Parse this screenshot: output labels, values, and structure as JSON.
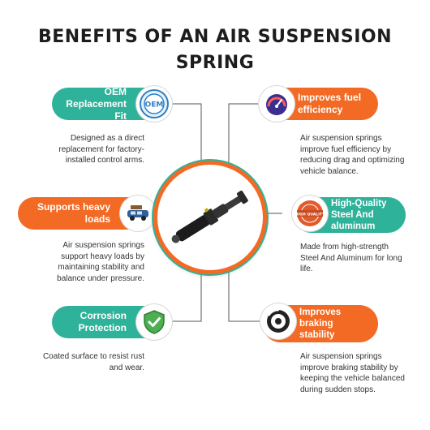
{
  "title_line1": "BENEFITS OF AN AIR SUSPENSION",
  "title_line2": "SPRING",
  "colors": {
    "teal": "#2fb29a",
    "orange": "#f36a24",
    "text": "#333333"
  },
  "benefits": [
    {
      "heading_line1": "OEM",
      "heading_line2": "Replacement Fit",
      "icon": "oem-badge-icon",
      "badge_text": "OEM",
      "description": [
        "Designed as a direct",
        "replacement for factory-",
        "installed control arms."
      ]
    },
    {
      "heading_line1": "Improves fuel",
      "heading_line2": "efficiency",
      "icon": "fuel-gauge-icon",
      "description": [
        "Air suspension springs",
        "improve fuel efficiency by",
        "reducing drag and optimizing",
        "vehicle balance."
      ]
    },
    {
      "heading_line1": "Supports heavy",
      "heading_line2": "loads",
      "icon": "loaded-car-icon",
      "description": [
        "Air suspension springs",
        "support heavy loads by",
        "maintaining stability and",
        "balance under pressure."
      ]
    },
    {
      "heading_line1": "High-Quality",
      "heading_line2": "Steel And",
      "heading_line3": "aluminum",
      "icon": "quality-seal-icon",
      "badge_text": "HIGH QUALITY",
      "description": [
        "Made from high-strength",
        "Steel And Aluminum for long",
        "life."
      ]
    },
    {
      "heading_line1": "Corrosion",
      "heading_line2": "Protection",
      "icon": "shield-check-icon",
      "description": [
        "Coated surface to resist rust",
        "and wear."
      ]
    },
    {
      "heading_line1": "Improves",
      "heading_line2": "braking",
      "heading_line3": "stability",
      "icon": "brake-disc-icon",
      "description": [
        "Air suspension springs",
        "improve braking stability by",
        "keeping the vehicle balanced",
        "during sudden stops."
      ]
    }
  ],
  "center_image": "air-suspension-strut-image"
}
